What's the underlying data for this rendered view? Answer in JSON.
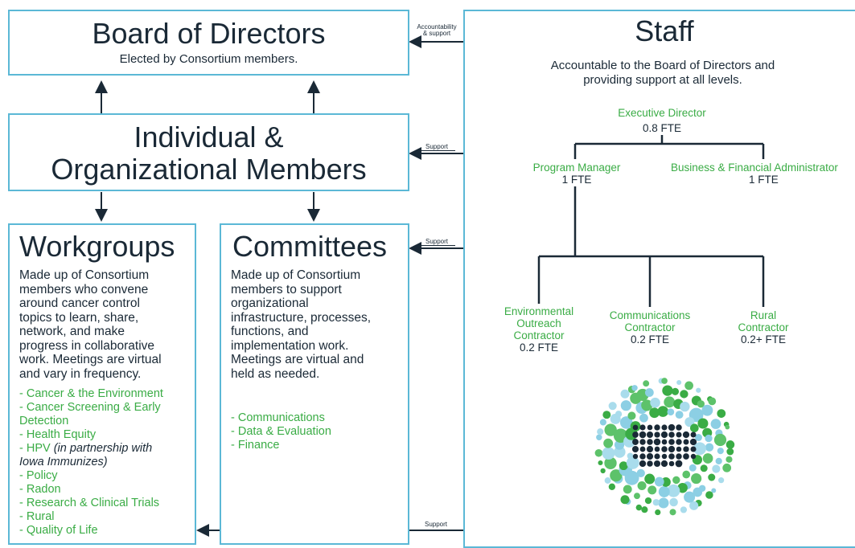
{
  "board": {
    "title": "Board of Directors",
    "subtitle": "Elected by Consortium members."
  },
  "members": {
    "line1": "Individual &",
    "line2": "Organizational Members"
  },
  "workgroups": {
    "title": "Workgroups",
    "description": [
      "Made up of Consortium",
      "members who convene",
      "around cancer control",
      "topics to learn, share,",
      "network, and make",
      "progress in collaborative",
      "work. Meetings are virtual",
      "and vary in frequency."
    ],
    "items": [
      {
        "line1": "- Cancer & the Environment"
      },
      {
        "line1": "- Cancer Screening & Early",
        "line2": "Detection"
      },
      {
        "line1": "- Health Equity"
      },
      {
        "line1": "- HPV ",
        "italic1": "(in partnership with",
        "italic2": "Iowa Immunizes)"
      },
      {
        "line1": "- Policy"
      },
      {
        "line1": "- Radon"
      },
      {
        "line1": "- Research & Clinical Trials"
      },
      {
        "line1": "- Rural"
      },
      {
        "line1": "- Quality of Life"
      }
    ]
  },
  "committees": {
    "title": "Committees",
    "description": [
      "Made up of Consortium",
      "members to support",
      "organizational",
      "infrastructure, processes,",
      "functions, and",
      "implementation work.",
      "Meetings are virtual and",
      "held as needed."
    ],
    "items": [
      "- Communications",
      "- Data & Evaluation",
      "- Finance"
    ]
  },
  "staff": {
    "title": "Staff",
    "subtitle1": "Accountable to the Board of Directors and",
    "subtitle2": "providing support at all levels.",
    "executive": {
      "role": "Executive Director",
      "fte": "0.8 FTE"
    },
    "program_manager": {
      "role": "Program Manager",
      "fte": "1 FTE"
    },
    "business_admin": {
      "role": "Business & Financial Administrator",
      "fte": "1 FTE"
    },
    "env_contractor": {
      "role1": "Environmental",
      "role2": "Outreach",
      "role3": "Contractor",
      "fte": "0.2 FTE"
    },
    "comm_contractor": {
      "role1": "Communications",
      "role2": "Contractor",
      "fte": "0.2 FTE"
    },
    "rural_contractor": {
      "role1": "Rural",
      "role2": "Contractor",
      "fte": "0.2+ FTE"
    }
  },
  "arrows": {
    "accountability1": "Accountability",
    "accountability2": "& support",
    "support_members": "Support",
    "support_committees": "Support",
    "support_workgroups": "Support"
  },
  "colors": {
    "border": "#5bb8d6",
    "green": "#3aac45",
    "navy": "#1a2936",
    "lightblue": "#8ccfe4"
  }
}
